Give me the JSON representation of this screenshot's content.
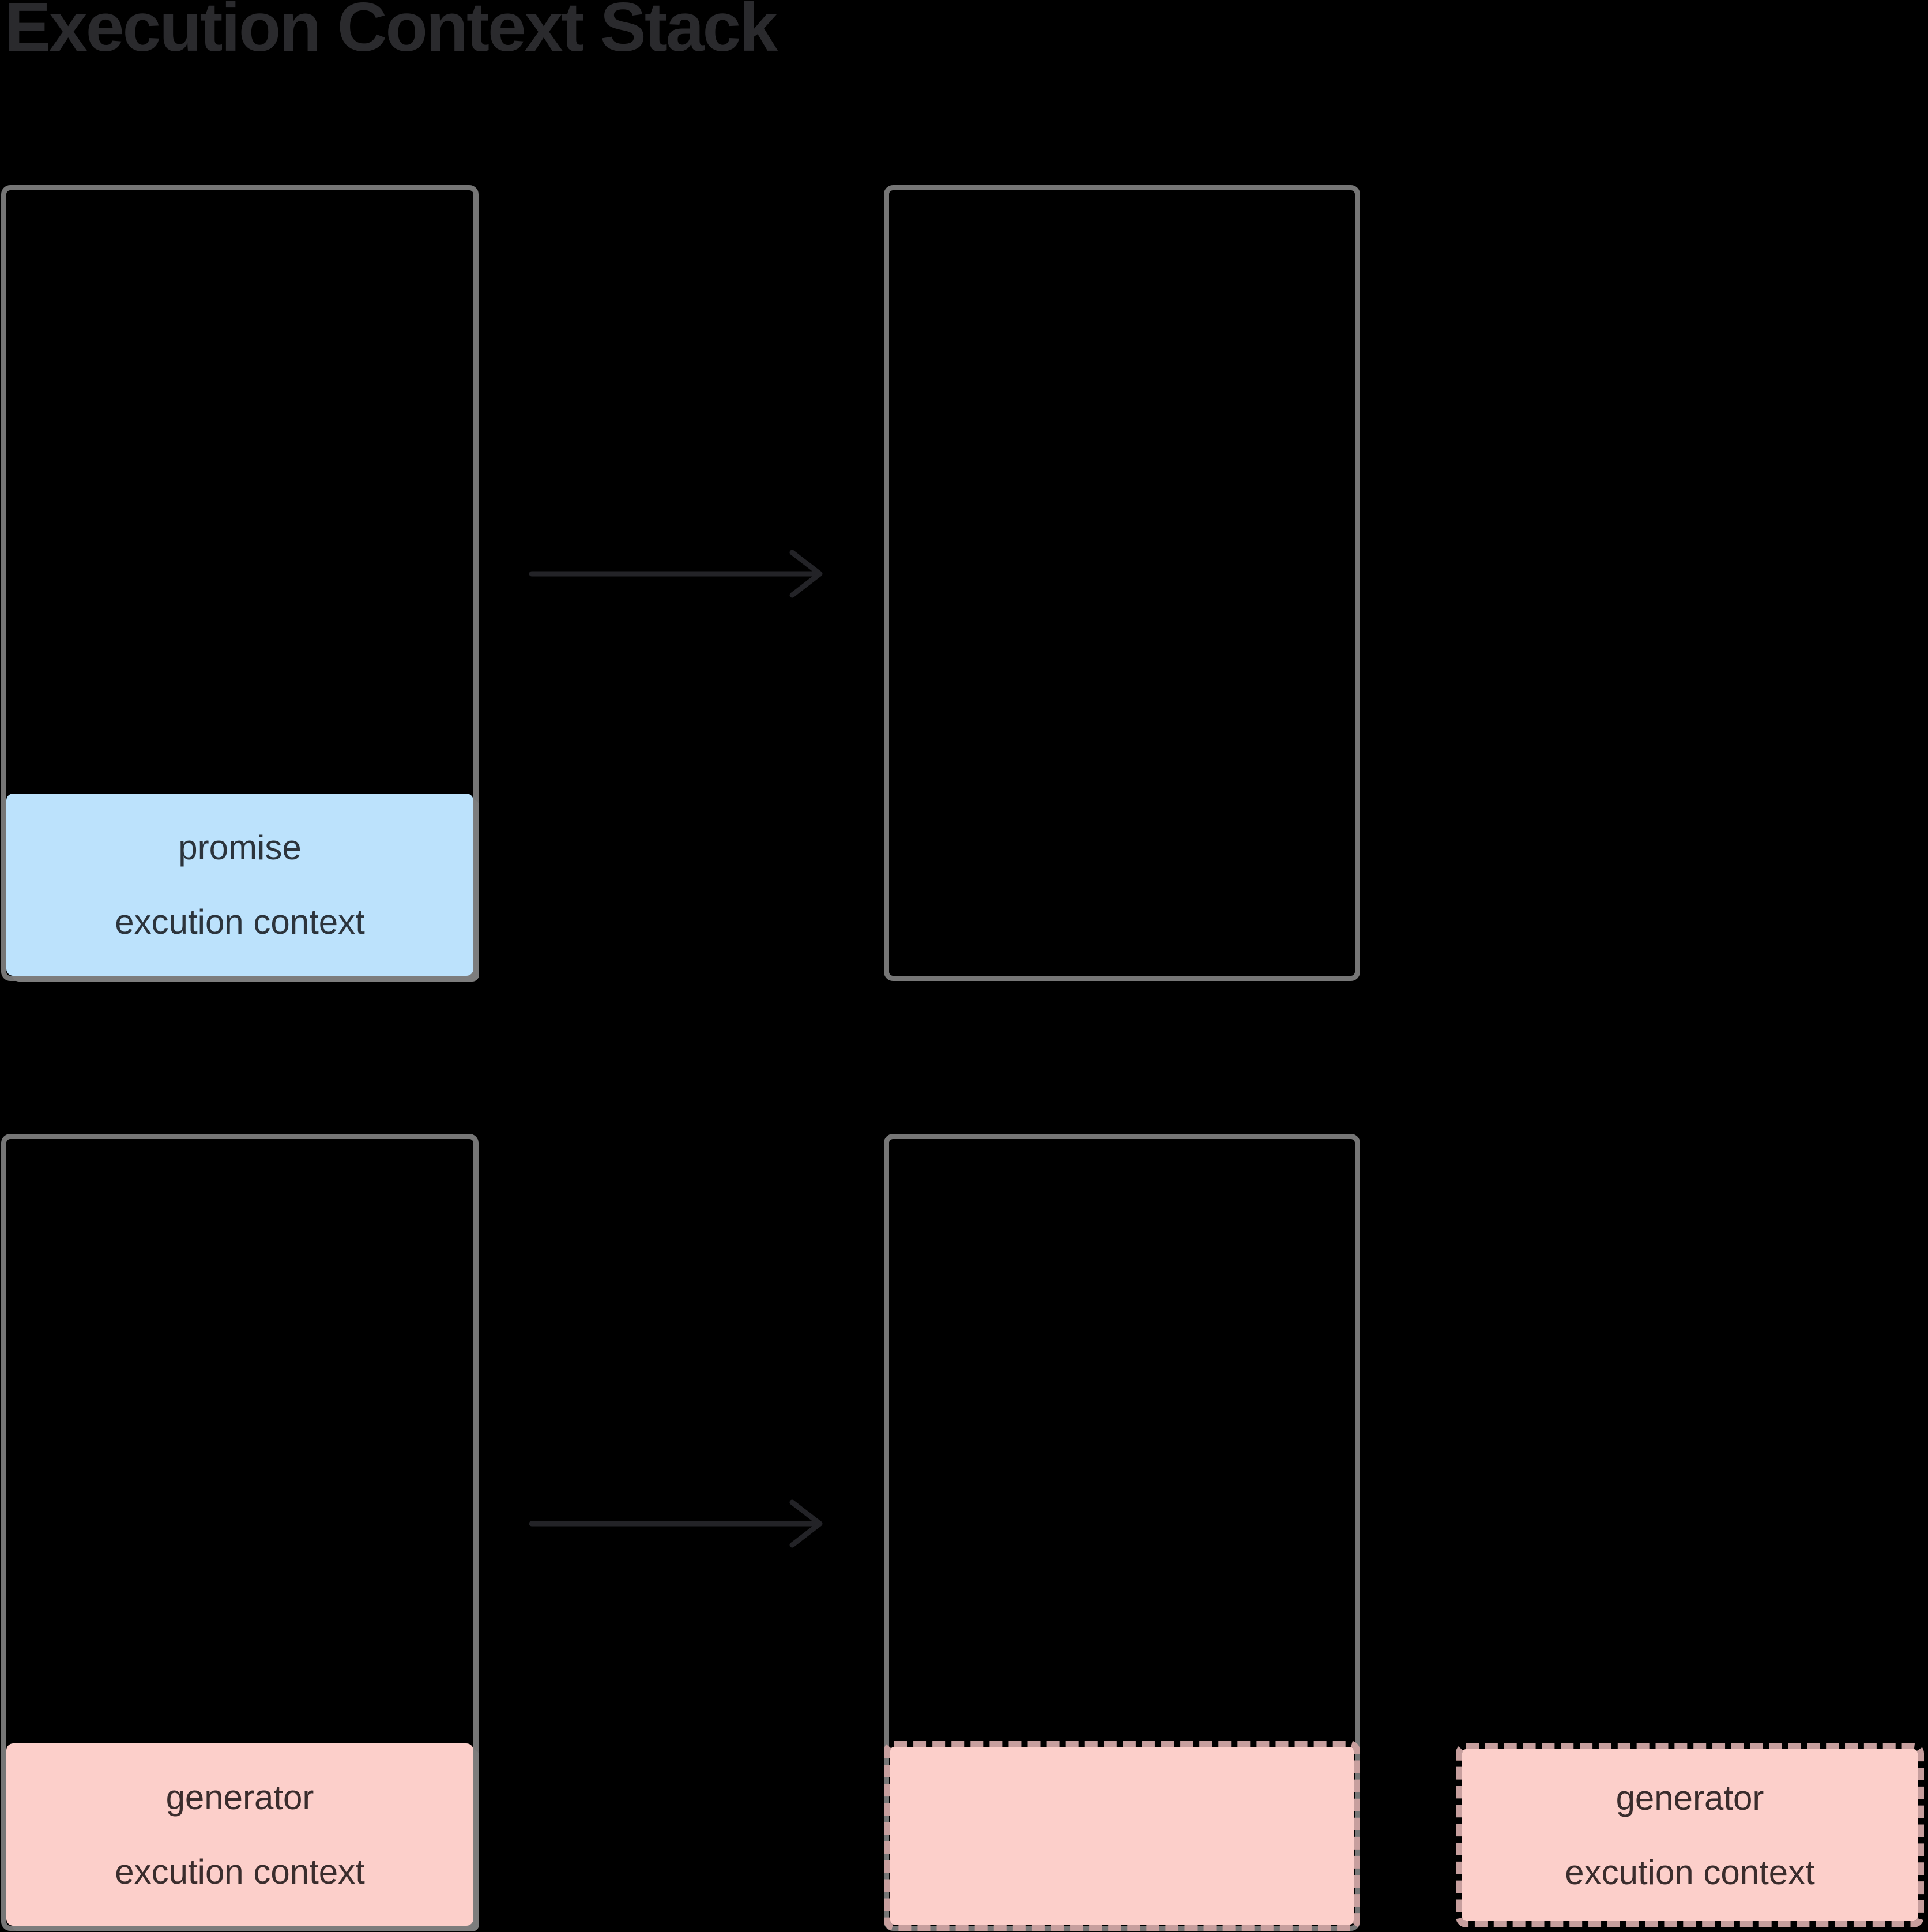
{
  "title": "Execution Context Stack",
  "boxes": {
    "promise": {
      "line1": "promise",
      "line2": "excution context"
    },
    "generator_left": {
      "line1": "generator",
      "line2": "excution context"
    },
    "generator_standalone": {
      "line1": "generator",
      "line2": "excution context"
    }
  },
  "colors": {
    "background": "#000000",
    "title_text": "#2a2a2d",
    "container_border": "#767676",
    "promise_fill": "#bce2fc",
    "promise_text": "#2c343c",
    "generator_fill": "#fccfca",
    "generator_text": "#3a2d2d",
    "dashed_border": "#c79f9e",
    "box_shadow": "#7d7d7d",
    "arrow": "#232327"
  }
}
